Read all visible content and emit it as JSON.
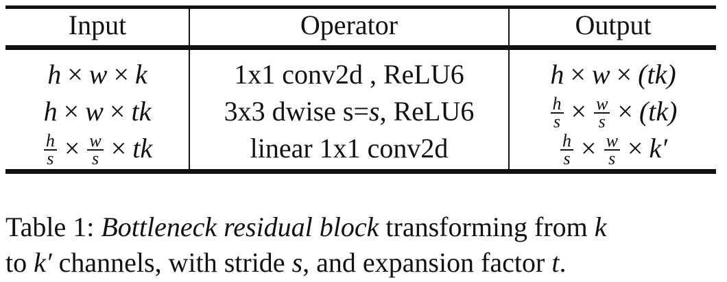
{
  "table": {
    "headers": [
      "Input",
      "Operator",
      "Output"
    ],
    "rows": [
      {
        "input": {
          "a": "h",
          "b": "w",
          "c": "k",
          "times": "×"
        },
        "operator": "1x1 conv2d , ReLU6",
        "output": {
          "a": "h",
          "b": "w",
          "c": "(tk)",
          "times": "×"
        }
      },
      {
        "input": {
          "a": "h",
          "b": "w",
          "c": "tk",
          "times": "×"
        },
        "operator_prefix": "3x3 dwise s=",
        "operator_var": "s",
        "operator_suffix": ", ReLU6",
        "output": {
          "num1": "h",
          "den1": "s",
          "num2": "w",
          "den2": "s",
          "c": "(tk)",
          "times": "×"
        }
      },
      {
        "input": {
          "num1": "h",
          "den1": "s",
          "num2": "w",
          "den2": "s",
          "c": "tk",
          "times": "×"
        },
        "operator": "linear 1x1 conv2d",
        "output": {
          "num1": "h",
          "den1": "s",
          "num2": "w",
          "den2": "s",
          "c": "k′",
          "times": "×"
        }
      }
    ]
  },
  "caption": {
    "label": "Table 1:",
    "title_italic": "Bottleneck residual block",
    "text_1": "transforming from",
    "var_k": "k",
    "text_2": "to",
    "var_kprime": "k′",
    "text_3": "channels, with stride",
    "var_s": "s",
    "text_4": ", and expansion factor",
    "var_t": "t",
    "text_5": "."
  }
}
